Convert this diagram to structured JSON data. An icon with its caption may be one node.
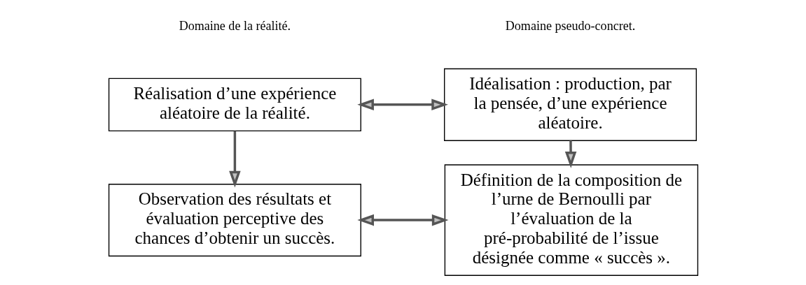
{
  "diagram": {
    "nodes": [
      {
        "text": [
          "Réalisation d’une expérience aléatoire de la réalité."
        ]
      },
      {
        "text": [
          "Observation des résultats et évaluation perceptive des chances d’obtenir un succès."
        ]
      },
      {
        "text": [
          "Idéalisation : production, par la pensée, d’une expérience aléatoire."
        ]
      },
      {
        "text": [
          "Définition de la composition de l’urne de Bernoulli par l’évaluation de la pré-probabilité de l’issue désignée comme « succès »."
        ]
      }
    ],
    "edges": [
      {
        "from": 0,
        "to": 2,
        "arrow": "both"
      },
      {
        "from": 0,
        "to": 1,
        "arrow": "to"
      },
      {
        "from": 2,
        "to": 3,
        "arrow": "to"
      },
      {
        "from": 1,
        "to": 3,
        "arrow": "both"
      }
    ],
    "labels": [
      "Domaine de la réalité.",
      "Domaine pseudo-concret."
    ]
  }
}
